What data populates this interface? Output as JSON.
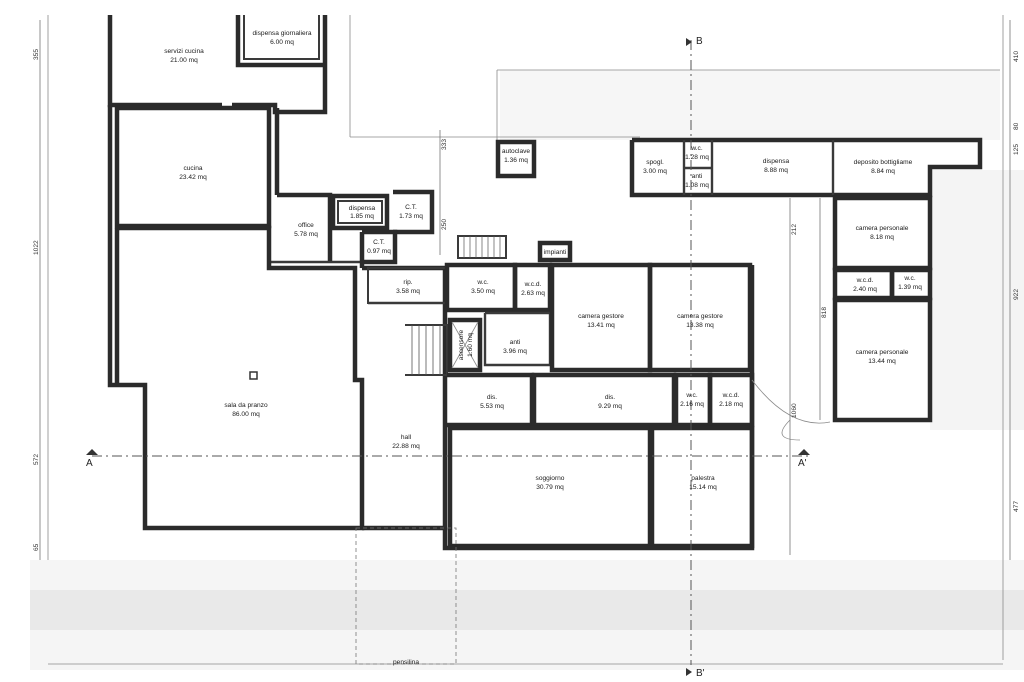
{
  "rooms": [
    {
      "id": "servizi-cucina",
      "name": "servizi cucina",
      "area": "21.00 mq"
    },
    {
      "id": "dispensa-giornaliera",
      "name": "dispensa giornaliera",
      "area": "6.00 mq"
    },
    {
      "id": "cucina",
      "name": "cucina",
      "area": "23.42 mq"
    },
    {
      "id": "dispensa-small",
      "name": "dispensa",
      "area": "1.85 mq"
    },
    {
      "id": "ct-1",
      "name": "C.T.",
      "area": "1.73 mq"
    },
    {
      "id": "office",
      "name": "office",
      "area": "5.78 mq"
    },
    {
      "id": "ct-2",
      "name": "C.T.",
      "area": "0.97 mq"
    },
    {
      "id": "autoclave",
      "name": "autoclave",
      "area": "1.36 mq"
    },
    {
      "id": "spogl",
      "name": "spogl.",
      "area": "3.00 mq"
    },
    {
      "id": "wc-top",
      "name": "w.c.",
      "area": "1.28 mq"
    },
    {
      "id": "anti-top",
      "name": "anti",
      "area": "1.08 mq"
    },
    {
      "id": "dispensa-big",
      "name": "dispensa",
      "area": "8.88 mq"
    },
    {
      "id": "deposito",
      "name": "deposito bottigliame",
      "area": "8.84 mq"
    },
    {
      "id": "camera-personale-1",
      "name": "camera personale",
      "area": "8.18 mq"
    },
    {
      "id": "wcd-right",
      "name": "w.c.d.",
      "area": "2.40 mq"
    },
    {
      "id": "wc-right",
      "name": "w.c.",
      "area": "1.39 mq"
    },
    {
      "id": "camera-personale-2",
      "name": "camera personale",
      "area": "13.44 mq"
    },
    {
      "id": "impianti",
      "name": "impianti",
      "area": ""
    },
    {
      "id": "rip",
      "name": "rip.",
      "area": "3.58 mq"
    },
    {
      "id": "wc-mid",
      "name": "w.c.",
      "area": "3.50 mq"
    },
    {
      "id": "wcd-mid",
      "name": "w.c.d.",
      "area": "2.63 mq"
    },
    {
      "id": "anti-mid",
      "name": "anti",
      "area": "3.96 mq"
    },
    {
      "id": "ascensore",
      "name": "ascensore",
      "area": "1.60 mq"
    },
    {
      "id": "camera-gestore-1",
      "name": "camera gestore",
      "area": "13.41 mq"
    },
    {
      "id": "camera-gestore-2",
      "name": "camera gestore",
      "area": "13.38 mq"
    },
    {
      "id": "sala-pranzo",
      "name": "sala da pranzo",
      "area": "86.00 mq"
    },
    {
      "id": "dis-1",
      "name": "dis.",
      "area": "5.53 mq"
    },
    {
      "id": "dis-2",
      "name": "dis.",
      "area": "9.29 mq"
    },
    {
      "id": "wc-bottom",
      "name": "w.c.",
      "area": "2.16 mq"
    },
    {
      "id": "wcd-bottom",
      "name": "w.c.d.",
      "area": "2.18 mq"
    },
    {
      "id": "hall",
      "name": "hall",
      "area": "22.88 mq"
    },
    {
      "id": "soggiorno",
      "name": "soggiorno",
      "area": "30.79 mq"
    },
    {
      "id": "palestra",
      "name": "palestra",
      "area": "15.14 mq"
    },
    {
      "id": "pensilina",
      "name": "pensilina",
      "area": ""
    }
  ],
  "sections": {
    "a_left": "A",
    "a_right": "A'",
    "b_top": "B",
    "b_bottom": "B'"
  },
  "dimensions": {
    "left_355": "355",
    "left_1022": "1022",
    "left_572": "572",
    "left_65": "65",
    "right_410": "410",
    "right_80": "80",
    "right_125": "125",
    "right_922": "922",
    "right_477": "477",
    "mid_333": "333",
    "mid_250": "250",
    "mid_212": "212",
    "mid_818": "818",
    "mid_1060": "1060"
  }
}
